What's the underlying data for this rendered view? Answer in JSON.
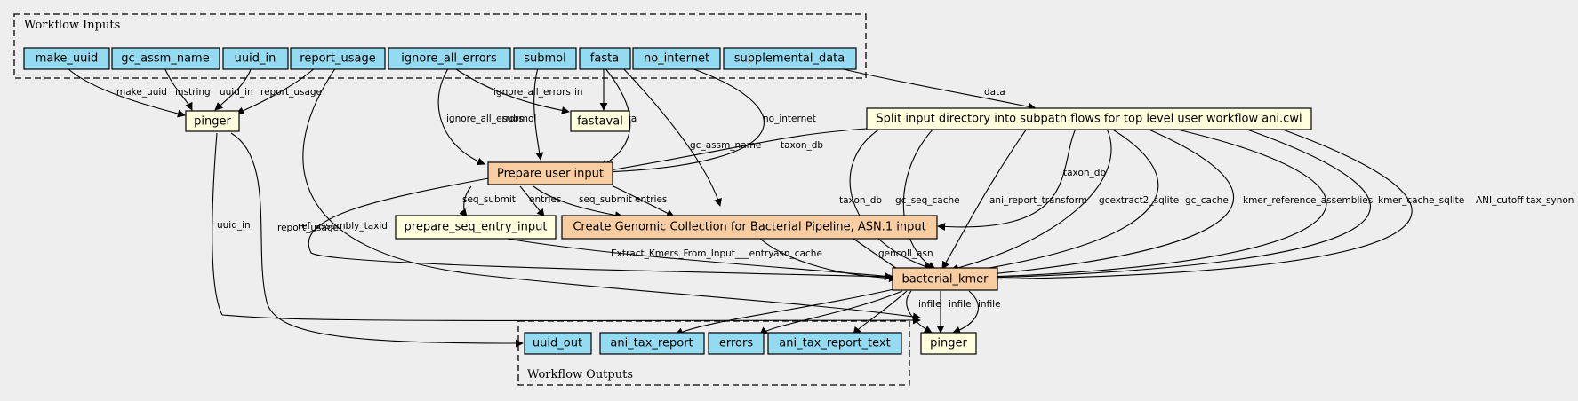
{
  "colors": {
    "input": "#94dbf2",
    "step": "#ffffdd",
    "subworkflow": "#f7cda1",
    "background": "#eeeeee"
  },
  "clusters": {
    "inputs": "Workflow Inputs",
    "outputs": "Workflow Outputs"
  },
  "nodes": {
    "make_uuid": "make_uuid",
    "gc_assm_name": "gc_assm_name",
    "uuid_in": "uuid_in",
    "report_usage": "report_usage",
    "ignore_all_errors": "ignore_all_errors",
    "submol": "submol",
    "fasta": "fasta",
    "no_internet": "no_internet",
    "supplemental_data": "supplemental_data",
    "pinger1": "pinger",
    "fastaval": "fastaval",
    "prepare_user_input": "Prepare user input",
    "split": "Split input directory into subpath flows for top level user workflow ani.cwl",
    "prepare_seq_entry_input": "prepare_seq_entry_input",
    "create_genomic": "Create Genomic Collection for Bacterial Pipeline, ASN.1 input",
    "bacterial_kmer": "bacterial_kmer",
    "uuid_out": "uuid_out",
    "ani_tax_report": "ani_tax_report",
    "errors": "errors",
    "ani_tax_report_text": "ani_tax_report_text",
    "pinger2": "pinger"
  },
  "edge_labels": {
    "make_uuid": "make_uuid",
    "instring": "instring",
    "uuid_in": "uuid_in",
    "report_usage_1": "report_usage",
    "ignore_all_errors_1": "ignore_all_errors",
    "submol": "submol",
    "fasta": "fasta",
    "ignore_all_errors_2": "ignore_all_errors",
    "in": "in",
    "gc_assm_name": "gc_assm_name",
    "no_internet": "no_internet",
    "data": "data",
    "taxon_db_1": "taxon_db",
    "report_usage_2": "report_usage",
    "uuid_in_2": "uuid_in",
    "seq_submit_1": "seq_submit",
    "entries_1": "entries",
    "seq_submit_2": "seq_submit",
    "entries_2": "entries",
    "ref_assembly_taxid": "ref_assembly_taxid",
    "extract": "Extract_Kmers_From_Input___entry",
    "asn_cache": "asn_cache",
    "gencoll_asn": "gencoll_asn",
    "taxon_db_2": "taxon_db",
    "gc_seq_cache": "gc_seq_cache",
    "ani_report_transform": "ani_report_transform",
    "taxon_db_3": "taxon_db",
    "gcextract2_sqlite": "gcextract2_sqlite",
    "gc_cache": "gc_cache",
    "kmer_reference_assemblies": "kmer_reference_assemblies",
    "kmer_cache_sqlite": "kmer_cache_sqlite",
    "ANI_cutoff": "ANI_cutoff",
    "tax_synon": "tax_synon",
    "infile_1": "infile",
    "infile_2": "infile",
    "infile_3": "infile"
  }
}
